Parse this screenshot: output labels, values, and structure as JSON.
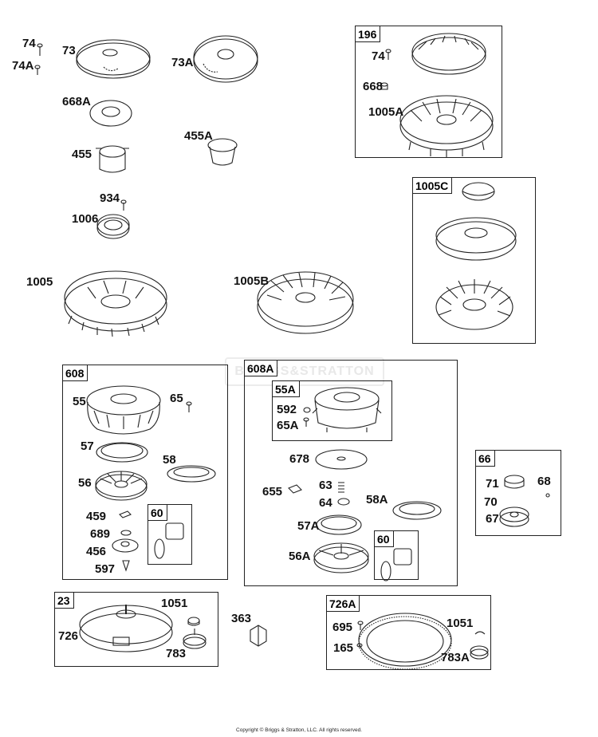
{
  "watermark": "BRIGGS&STRATTON",
  "footer": "Copyright © Briggs & Stratton, LLC. All rights reserved.",
  "boxes": {
    "b196": "196",
    "b1005c": "1005C",
    "b608": "608",
    "b608a": "608A",
    "b55a": "55A",
    "b60a": "60",
    "b60b": "60",
    "b66": "66",
    "b23": "23",
    "b726a": "726A"
  },
  "labels": {
    "l74": "74",
    "l74a": "74A",
    "l73": "73",
    "l73a": "73A",
    "l668a": "668A",
    "l455": "455",
    "l455a": "455A",
    "l934": "934",
    "l1006": "1006",
    "l1005": "1005",
    "l1005b": "1005B",
    "l196_74": "74",
    "l196_668": "668",
    "l196_1005a": "1005A",
    "l55": "55",
    "l65": "65",
    "l57": "57",
    "l58": "58",
    "l56": "56",
    "l459": "459",
    "l689": "689",
    "l456": "456",
    "l597": "597",
    "l592": "592",
    "l65a": "65A",
    "l678": "678",
    "l655": "655",
    "l63": "63",
    "l64": "64",
    "l58a": "58A",
    "l57a": "57A",
    "l56a": "56A",
    "l71": "71",
    "l68": "68",
    "l70": "70",
    "l67": "67",
    "l726": "726",
    "l1051": "1051",
    "l783": "783",
    "l363": "363",
    "l695": "695",
    "l165": "165",
    "l726a_1051": "1051",
    "l783a": "783A"
  }
}
